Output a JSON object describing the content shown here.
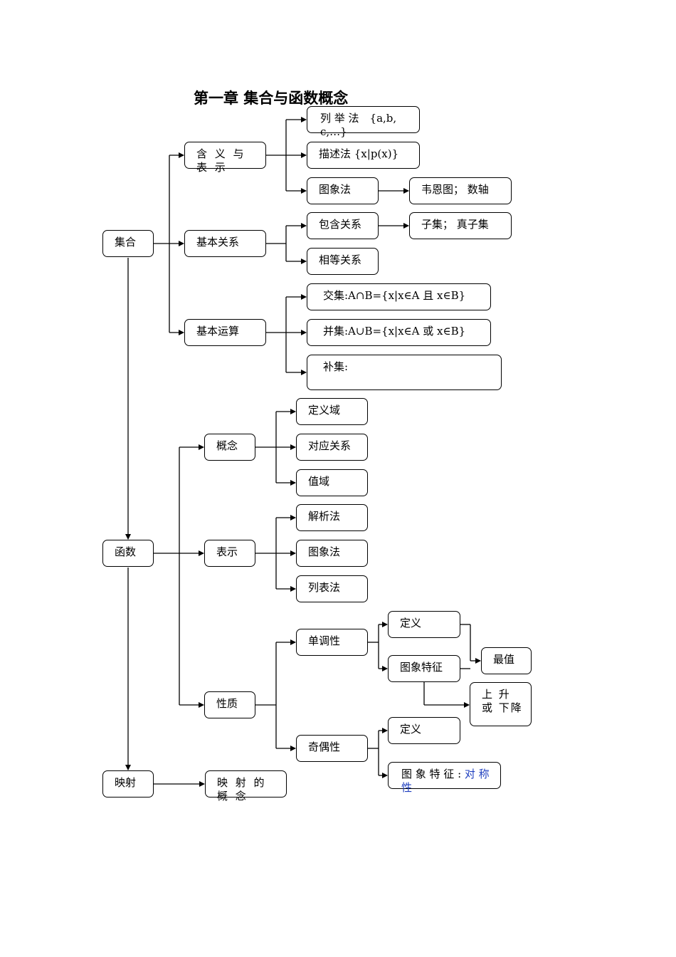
{
  "title": "第一章 集合与函数概念",
  "nodes": {
    "jihe": "集合",
    "hanyi": "含 义 与 表 示",
    "liejufa": "列 举 法　{a,b,c,…}",
    "miaoshufa": "描述法  {x|p(x)}",
    "tuxiangfa1": "图象法",
    "weientu": "韦恩图；  数轴",
    "jibenguanxi": "基本关系",
    "baohan": "包含关系",
    "ziji": "子集；  真子集",
    "xiangdeng": "相等关系",
    "jibenyunsuan": "基本运算",
    "jiaoji": "交集:A∩B={x|x∈A 且 x∈B}",
    "bingji": "并集:A∪B={x|x∈A 或 x∈B}",
    "buji": "补集:",
    "hanshu": "函数",
    "gainian": "概念",
    "dingyiyu": "定义域",
    "duiying": "对应关系",
    "zhiyu": "值域",
    "biaoshi": "表示",
    "jiexifa": "解析法",
    "tuxiangfa2": "图象法",
    "liebiaofa": "列表法",
    "xingzhi": "性质",
    "dandiao": "单调性",
    "dingyi1": "定义",
    "tuxiangtezheng1": "图象特征",
    "zuizhi": "最值",
    "shangsheng": "上 升 或 下降",
    "qiou": "奇偶性",
    "dingyi2": "定义",
    "tuxiangtezheng2_prefix": "图 象 特 征 : ",
    "tuxiangtezheng2_blue": "对 称 性",
    "yingshe": "映射",
    "yinshegainian": "映 射 的 概 念"
  }
}
